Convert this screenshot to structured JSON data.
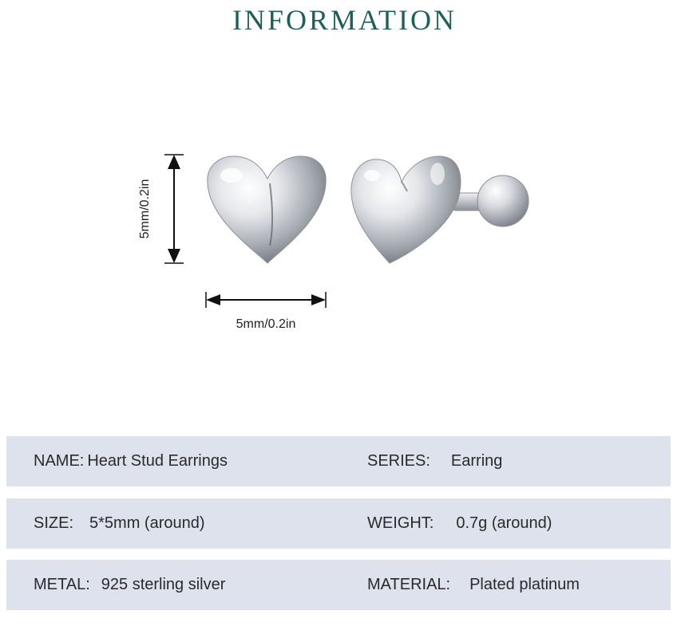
{
  "title": "INFORMATION",
  "dimensions": {
    "height_label": "5mm/0.2in",
    "width_label": "5mm/0.2in"
  },
  "product_image": {
    "icon": "heart-stud-earrings-image",
    "color": "#c8ccd2"
  },
  "specs": [
    {
      "left_label": "NAME:",
      "left_value": "Heart Stud Earrings",
      "right_label": "SERIES:",
      "right_value": "Earring"
    },
    {
      "left_label": "SIZE:",
      "left_value": "5*5mm (around)",
      "right_label": "WEIGHT:",
      "right_value": "0.7g (around)"
    },
    {
      "left_label": "METAL:",
      "left_value": "925 sterling silver",
      "right_label": "MATERIAL:",
      "right_value": "Plated platinum"
    }
  ],
  "colors": {
    "title": "#1f5f5a",
    "row_background": "#dde2ec"
  }
}
